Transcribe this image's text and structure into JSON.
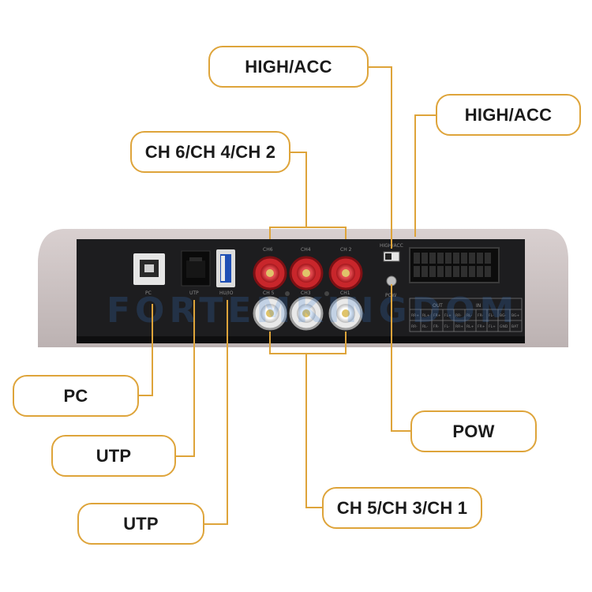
{
  "callouts": {
    "high_acc_top": "HIGH/ACC",
    "high_acc_right": "HIGH/ACC",
    "ch_642": "CH 6/CH 4/CH 2",
    "pc": "PC",
    "utp_1": "UTP",
    "utp_2": "UTP",
    "pow": "POW",
    "ch_531": "CH 5/CH 3/CH 1"
  },
  "panel": {
    "watermark": "FORTEMKINGDOM",
    "top_channel_labels": [
      "CH6",
      "CH4",
      "CH 2"
    ],
    "bottom_channel_labels": [
      "CH 5",
      "CH3",
      "CH1"
    ],
    "high_acc_label": "HIGH/ACC",
    "pow_label": "POW",
    "terminal_header_out": "OUT",
    "terminal_header_in": "IN",
    "terminal_row_1": [
      "RR+",
      "RL+",
      "FR+",
      "FL+",
      "RR-",
      "RL-",
      "FR-",
      "FL-",
      "BG-",
      "BG+"
    ],
    "terminal_row_2": [
      "RR-",
      "RL-",
      "FR-",
      "FL-",
      "RR+",
      "RL+",
      "FR+",
      "FL+",
      "GND",
      "BAT"
    ],
    "pc_label": "PC",
    "utp_label": "UTP",
    "usb_label": "HU/IO"
  },
  "colors": {
    "accent": "#dea43a",
    "panel": "#1d1d1f",
    "chassis": "#c9bfbf",
    "rca_red": "#c8262b",
    "rca_white": "#e9e9e9"
  }
}
